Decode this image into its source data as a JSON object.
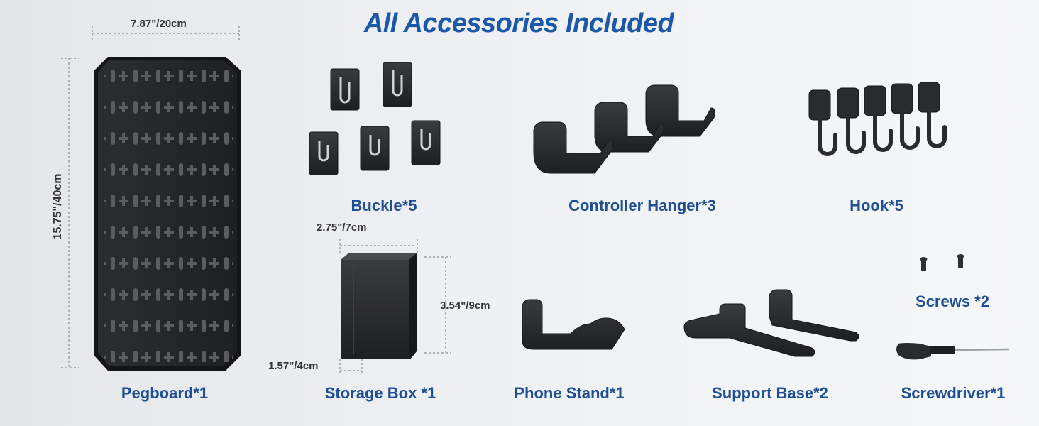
{
  "title": "All Accessories Included",
  "items": {
    "pegboard": "Pegboard*1",
    "buckle": "Buckle*5",
    "controller_hanger": "Controller Hanger*3",
    "hook": "Hook*5",
    "storage_box": "Storage Box *1",
    "phone_stand": "Phone Stand*1",
    "support_base": "Support Base*2",
    "screws": "Screws *2",
    "screwdriver": "Screwdriver*1"
  },
  "dimensions": {
    "pegboard_width": "7.87\"/20cm",
    "pegboard_height": "15.75\"/40cm",
    "box_width": "2.75\"/7cm",
    "box_height": "3.54\"/9cm",
    "box_depth": "1.57\"/4cm"
  },
  "colors": {
    "title": "#1c58a8",
    "label": "#1d4f92",
    "product": "#2a2b2d"
  }
}
